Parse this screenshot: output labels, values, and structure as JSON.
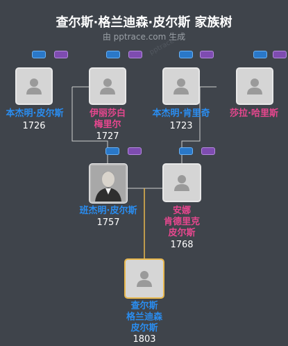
{
  "header": {
    "title": "查尔斯·格兰迪森·皮尔斯 家族树",
    "subtitle": "由 pptrace.com 生成",
    "watermark": "pptrace"
  },
  "people": {
    "gf1": {
      "name": "本杰明·皮尔斯",
      "year": "1726"
    },
    "gm1": {
      "name_line1": "伊丽莎白",
      "name_line2": "梅里尔",
      "year": "1727"
    },
    "gf2": {
      "name": "本杰明·肯里奇",
      "year": "1723"
    },
    "gm2": {
      "name": "莎拉·哈里斯",
      "year": ""
    },
    "father": {
      "name": "班杰明·皮尔斯",
      "year": "1757"
    },
    "mother": {
      "name_line1": "安娜",
      "name_line2": "肯德里克",
      "name_line3": "皮尔斯",
      "year": "1768"
    },
    "self": {
      "name_line1": "查尔斯",
      "name_line2": "格兰迪森",
      "name_line3": "皮尔斯",
      "year": "1803"
    }
  },
  "colors": {
    "background": "#3f444b",
    "male": "#2a8df0",
    "female": "#e8478f",
    "focus_border": "#e8b84d"
  }
}
